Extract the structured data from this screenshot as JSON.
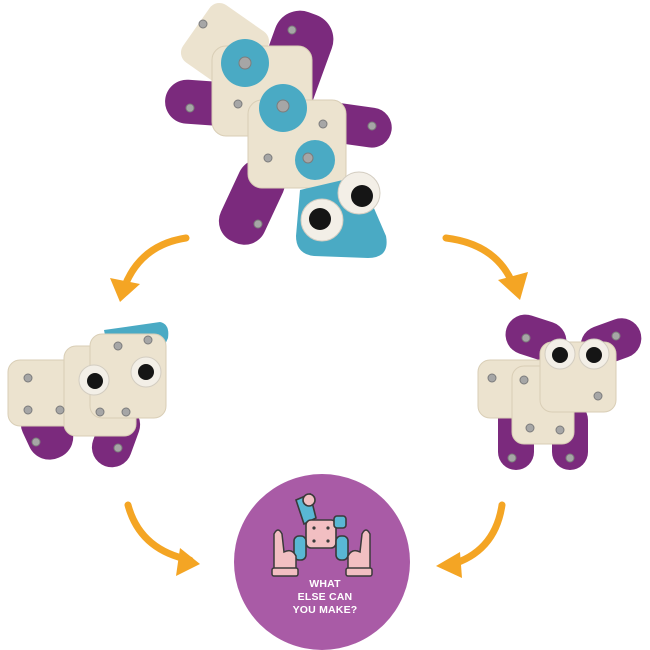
{
  "colors": {
    "felt_cream": "#ece3cf",
    "felt_cream_shade": "#d9ceb6",
    "felt_purple": "#7b2a7d",
    "felt_purple_dark": "#5e1d62",
    "felt_blue": "#4aaac4",
    "felt_blue_dark": "#3a93ad",
    "rivet": "#9a9a9a",
    "arrow": "#f4a524",
    "badge": "#a95ba6",
    "badge_text": "#ffffff",
    "icon_blue": "#59b7d4",
    "icon_pink": "#f2bfc2"
  },
  "badge": {
    "lines": [
      "WHAT",
      "ELSE CAN",
      "YOU MAKE?"
    ]
  },
  "icons": {
    "robot_icon": "robot-toy-icon",
    "left_hand_icon": "hand-icon",
    "right_hand_icon": "hand-icon"
  }
}
